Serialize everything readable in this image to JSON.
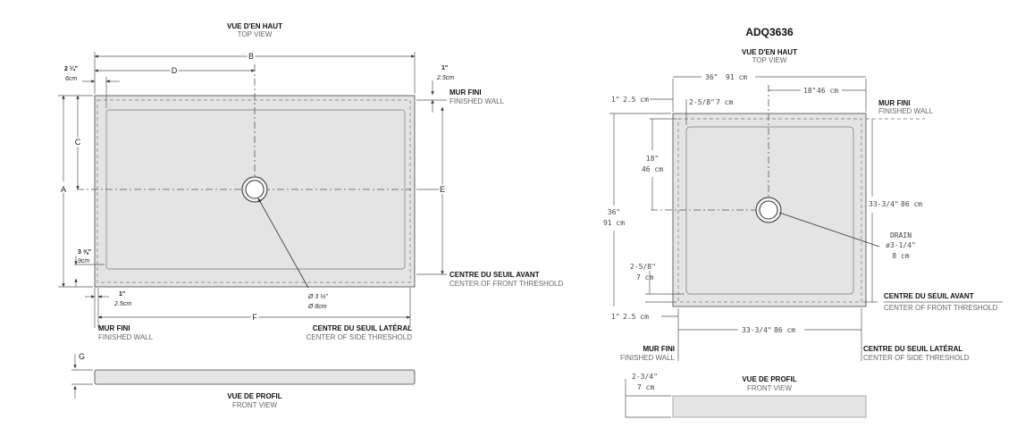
{
  "left": {
    "top_title": "VUE D'EN HAUT",
    "top_subtitle": "TOP VIEW",
    "dim_a": "A",
    "dim_b": "B",
    "dim_c": "C",
    "dim_d": "D",
    "dim_e": "E",
    "dim_f": "F",
    "dim_g": "G",
    "edge_in": "2 ¼\"",
    "edge_cm": "6cm",
    "wall_in": "1\"",
    "wall_cm": "2.5cm",
    "front_in": "3 ⅝\"",
    "front_cm": "9cm",
    "bottom_in": "1\"",
    "bottom_cm": "2.5cm",
    "drain_in": "Ø 3 ¼\"",
    "drain_cm": "Ø 8cm",
    "finished_wall_fr": "MUR FINI",
    "finished_wall_en": "FINISHED WALL",
    "bottom_wall_fr": "MUR FINI",
    "bottom_wall_en": "FINISHED WALL",
    "front_threshold_fr": "CENTRE DU SEUIL AVANT",
    "front_threshold_en": "CENTER OF FRONT THRESHOLD",
    "side_threshold_fr": "CENTRE DU SEUIL LATÉRAL",
    "side_threshold_en": "CENTER OF SIDE THRESHOLD",
    "profile_title": "VUE DE PROFIL",
    "profile_subtitle": "FRONT VIEW"
  },
  "right": {
    "model": "ADQ3636",
    "top_title": "VUE D'EN HAUT",
    "top_subtitle": "TOP VIEW",
    "width_in": "36\"",
    "width_cm": "91 cm",
    "drain_x_in": "18\"",
    "drain_x_cm": "46 cm",
    "edge_top_in": "1\"",
    "edge_top_cm": "2.5 cm",
    "inset_in": "2-5/8\"",
    "inset_cm": "7 cm",
    "drain_y_in": "18\"",
    "drain_y_cm": "46 cm",
    "height_in": "36\"",
    "height_cm": "91 cm",
    "inner_h_in": "33-3/4\"",
    "inner_h_cm": "86 cm",
    "drain_label": "DRAIN",
    "drain_in": "ø3-1/4\"",
    "drain_cm": "8 cm",
    "front_inset_in": "2-5/8\"",
    "front_inset_cm": "7 cm",
    "edge_bottom_in": "1\"",
    "edge_bottom_cm": "2.5 cm",
    "inner_w_in": "33-3/4\"",
    "inner_w_cm": "86 cm",
    "finished_wall_fr": "MUR FINI",
    "finished_wall_en": "FINISHED WALL",
    "front_threshold_fr": "CENTRE DU SEUIL AVANT",
    "front_threshold_en": "CENTER OF FRONT THRESHOLD",
    "bottom_wall_fr": "MUR FINI",
    "bottom_wall_en": "FINISHED WALL",
    "side_threshold_fr": "CENTRE DU SEUIL LATÉRAL",
    "side_threshold_en": "CENTER OF SIDE THRESHOLD",
    "profile_h_in": "2-3/4\"",
    "profile_h_cm": "7 cm",
    "profile_title": "VUE DE PROFIL",
    "profile_subtitle": "FRONT VIEW"
  }
}
